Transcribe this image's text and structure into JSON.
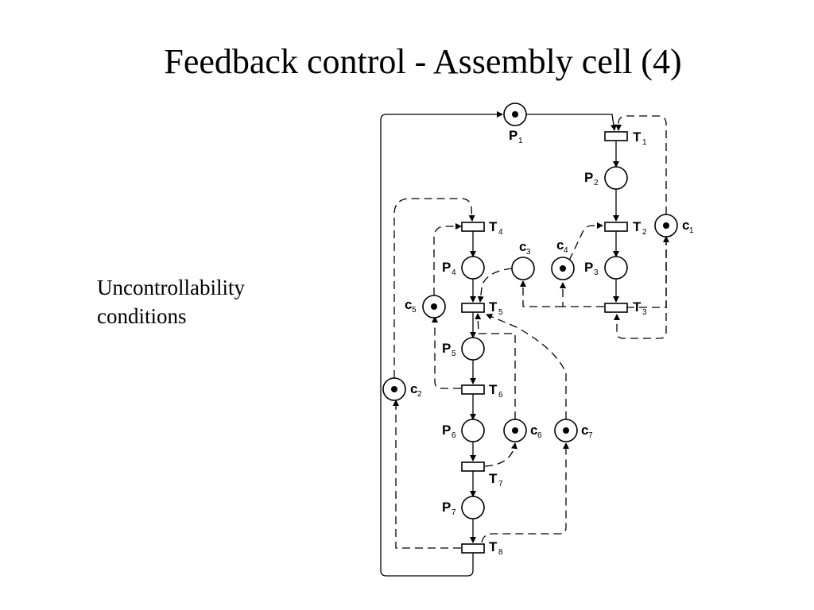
{
  "title": "Feedback control - Assembly cell (4)",
  "note": {
    "line1": "Uncontrollability",
    "line2": "conditions"
  },
  "places": {
    "P1": {
      "letter": "P",
      "index": "1",
      "tokens": 1
    },
    "P2": {
      "letter": "P",
      "index": "2",
      "tokens": 0
    },
    "P3": {
      "letter": "P",
      "index": "3",
      "tokens": 0
    },
    "P4": {
      "letter": "P",
      "index": "4",
      "tokens": 0
    },
    "P5": {
      "letter": "P",
      "index": "5",
      "tokens": 0
    },
    "P6": {
      "letter": "P",
      "index": "6",
      "tokens": 0
    },
    "P7": {
      "letter": "P",
      "index": "7",
      "tokens": 0
    },
    "c1": {
      "letter": "c",
      "index": "1",
      "tokens": 1
    },
    "c2": {
      "letter": "c",
      "index": "2",
      "tokens": 1
    },
    "c3": {
      "letter": "c",
      "index": "3",
      "tokens": 0
    },
    "c4": {
      "letter": "c",
      "index": "4",
      "tokens": 1
    },
    "c5": {
      "letter": "c",
      "index": "5",
      "tokens": 1
    },
    "c6": {
      "letter": "c",
      "index": "6",
      "tokens": 1
    },
    "c7": {
      "letter": "c",
      "index": "7",
      "tokens": 1
    }
  },
  "transitions": {
    "T1": {
      "letter": "T",
      "index": "1"
    },
    "T2": {
      "letter": "T",
      "index": "2"
    },
    "T3": {
      "letter": "T",
      "index": "3"
    },
    "T4": {
      "letter": "T",
      "index": "4"
    },
    "T5": {
      "letter": "T",
      "index": "5"
    },
    "T6": {
      "letter": "T",
      "index": "6"
    },
    "T7": {
      "letter": "T",
      "index": "7"
    },
    "T8": {
      "letter": "T",
      "index": "8"
    }
  }
}
